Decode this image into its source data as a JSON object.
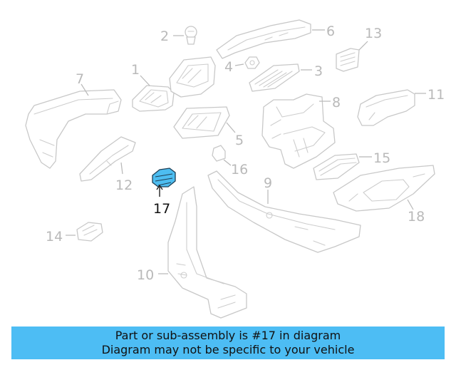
{
  "colors": {
    "highlight": "#4dbdf0",
    "banner": "#4dbdf4",
    "line": "#c8c8c8",
    "callout": "#b9b9b9"
  },
  "callouts": {
    "c1": "1",
    "c2": "2",
    "c3": "3",
    "c4": "4",
    "c5": "5",
    "c6": "6",
    "c7": "7",
    "c8": "8",
    "c9": "9",
    "c10": "10",
    "c11": "11",
    "c12": "12",
    "c13": "13",
    "c14": "14",
    "c15": "15",
    "c16": "16",
    "c17": "17",
    "c18": "18"
  },
  "highlighted_part": "17",
  "banner": {
    "line1": "Part or sub-assembly is #17 in diagram",
    "line2": "Diagram may not be specific to your vehicle"
  }
}
